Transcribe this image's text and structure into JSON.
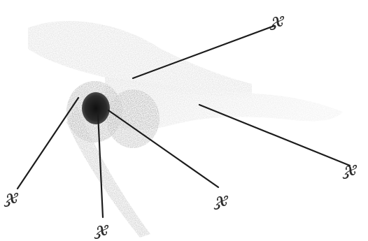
{
  "figure": {
    "labels": [
      {
        "id": "label-top-right",
        "glyph": "ჯ"
      },
      {
        "id": "label-far-right",
        "glyph": "ჯ"
      },
      {
        "id": "label-lower-middle",
        "glyph": "ჯ"
      },
      {
        "id": "label-bottom-center",
        "glyph": "ჯ"
      },
      {
        "id": "label-lower-left",
        "glyph": "ჯ"
      }
    ],
    "colors": {
      "bone": "#d9d9d9",
      "shadow": "#7a7a7a",
      "socket": "#1a1a1a",
      "ink": "#1c1c1c",
      "paper": "#ffffff"
    }
  }
}
